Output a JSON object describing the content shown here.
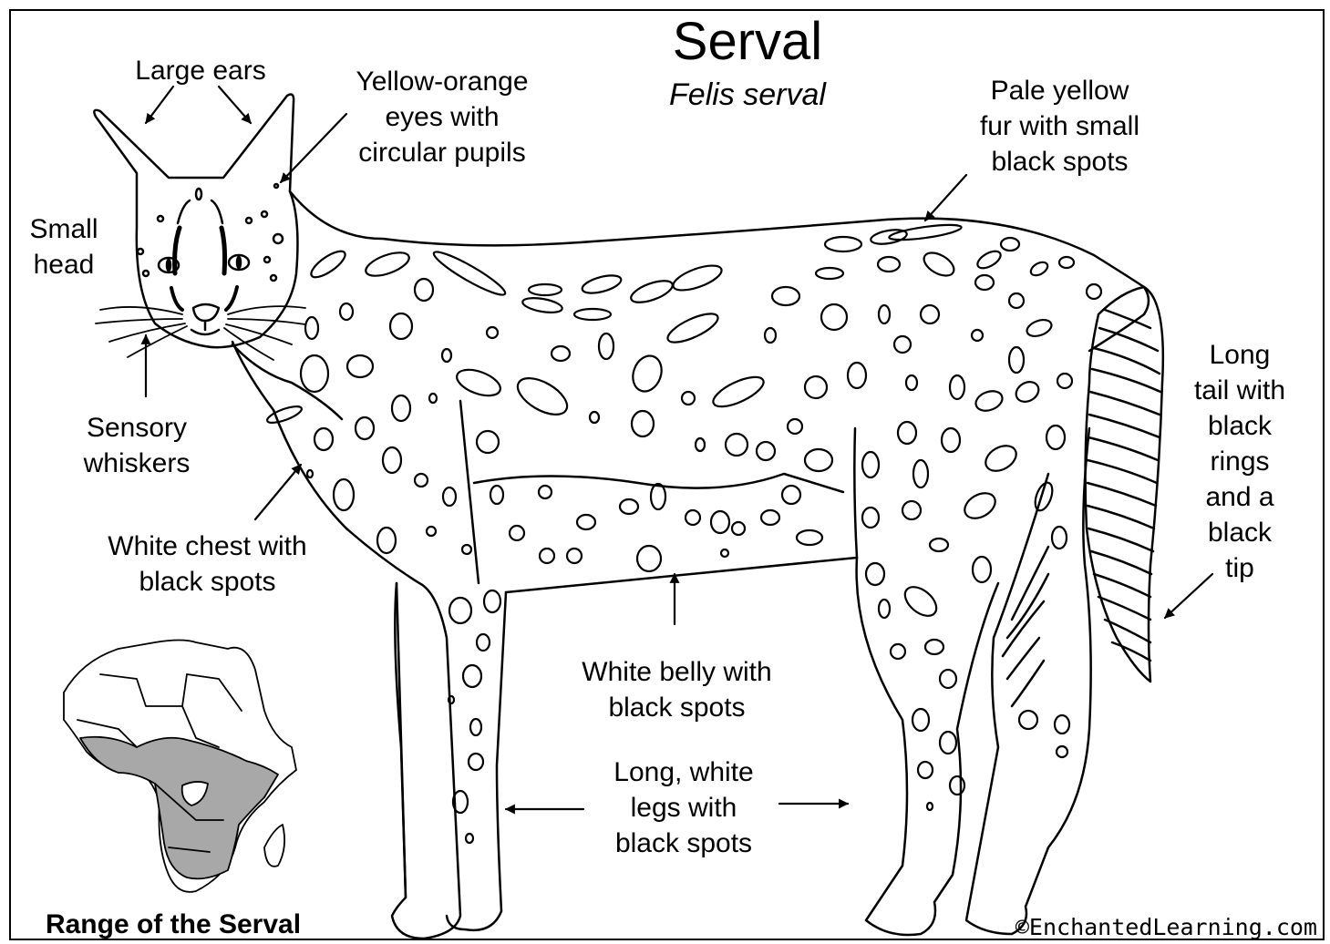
{
  "title": "Serval",
  "scientific_name": "Felis serval",
  "labels": {
    "large_ears": "Large ears",
    "eyes": "Yellow-orange\neyes with\ncircular pupils",
    "small_head": "Small\nhead",
    "whiskers": "Sensory\nwhiskers",
    "chest": "White chest with\nblack spots",
    "fur": "Pale yellow\nfur with small\nblack spots",
    "tail": "Long\ntail with\nblack\nrings\nand a\nblack\ntip",
    "belly": "White belly with\nblack spots",
    "legs": "Long, white\nlegs with\nblack spots"
  },
  "map_caption": "Range of the Serval",
  "copyright": "©EnchantedLearning.com",
  "colors": {
    "line": "#000000",
    "background": "#ffffff",
    "range_fill": "#a8a8a8"
  }
}
